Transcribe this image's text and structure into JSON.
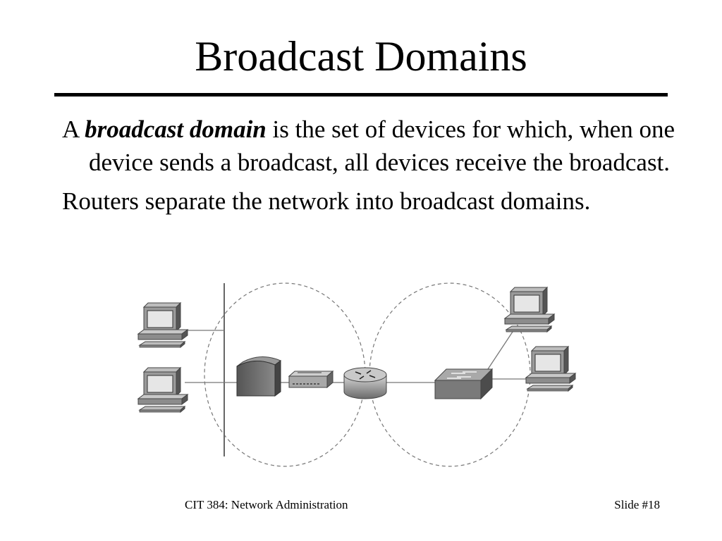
{
  "slide": {
    "title": "Broadcast Domains",
    "para1": {
      "prefix": "A",
      "term": "broadcast domain",
      "rest": "is the set of devices for which, when one device sends a broadcast, all devices receive the broadcast."
    },
    "para2": "Routers separate the network into broadcast domains."
  },
  "diagram": {
    "devices": [
      "pc-icon",
      "pc-icon",
      "hub-icon",
      "bridge-icon",
      "router-icon",
      "switch-icon",
      "pc-icon",
      "pc-icon"
    ],
    "domains": 2
  },
  "footer": {
    "course": "CIT 384: Network Administration",
    "slide_number": "Slide #18"
  }
}
